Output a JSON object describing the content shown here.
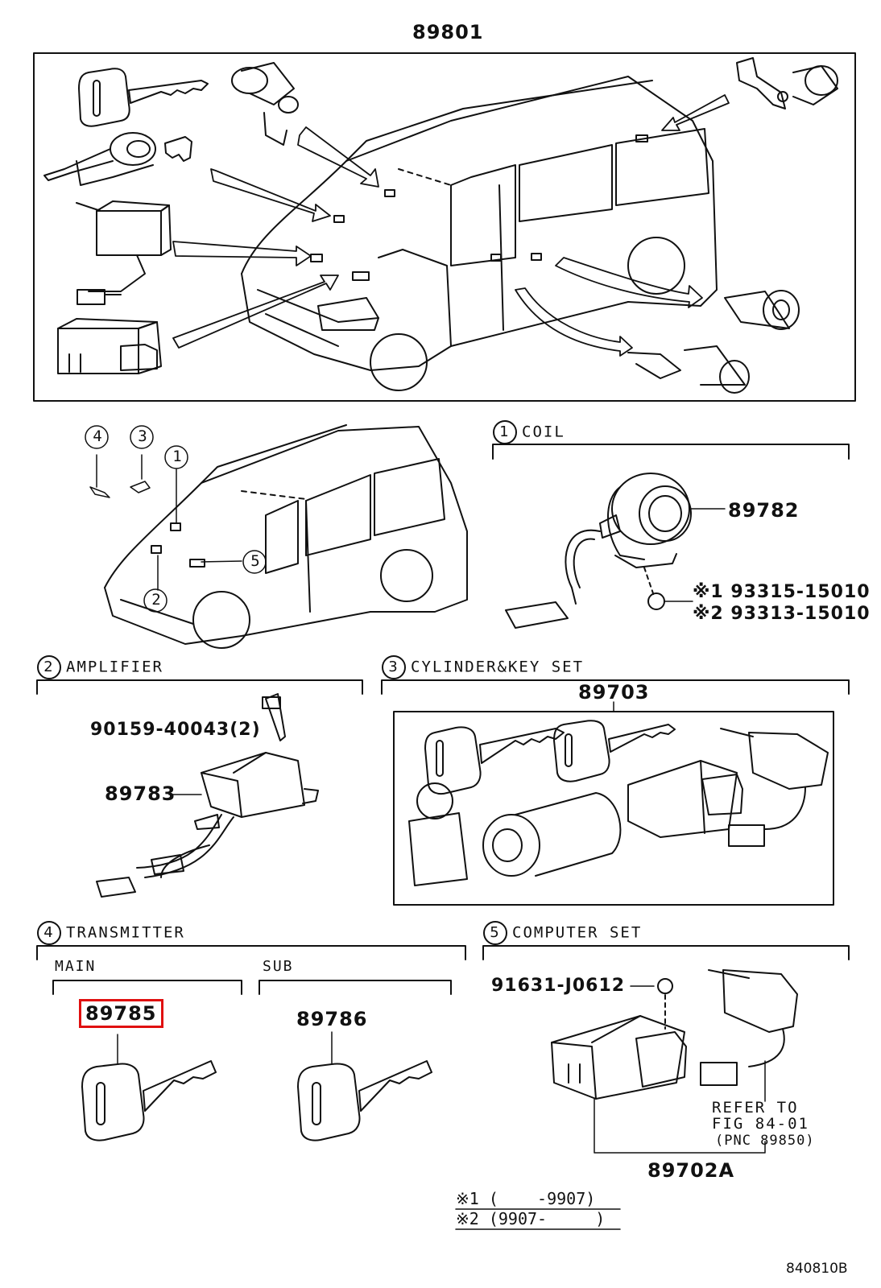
{
  "main_assembly": "89801",
  "sections": {
    "coil": {
      "num": "1",
      "title": "COIL",
      "part": "89782",
      "screw_a": "※1 93315-15010",
      "screw_b": "※2 93313-15010"
    },
    "amplifier": {
      "num": "2",
      "title": "AMPLIFIER",
      "bolt": "90159-40043(2)",
      "part": "89783"
    },
    "cylinder": {
      "num": "3",
      "title": "CYLINDER&KEY SET",
      "part": "89703"
    },
    "transmitter": {
      "num": "4",
      "title": "TRANSMITTER",
      "main_label": "MAIN",
      "sub_label": "SUB",
      "main_part": "89785",
      "sub_part": "89786"
    },
    "computer": {
      "num": "5",
      "title": "COMPUTER SET",
      "screw": "91631-J0612",
      "part": "89702A",
      "refer_line1": "REFER TO",
      "refer_line2": "FIG 84-01",
      "refer_line3": "(PNC 89850)"
    }
  },
  "callouts": [
    "1",
    "2",
    "3",
    "4",
    "5"
  ],
  "footnotes": {
    "note1": "※1 (    -9907)",
    "note2": "※2 (9907-     )"
  },
  "figure_id": "840810B",
  "highlight_color": "#e01010"
}
